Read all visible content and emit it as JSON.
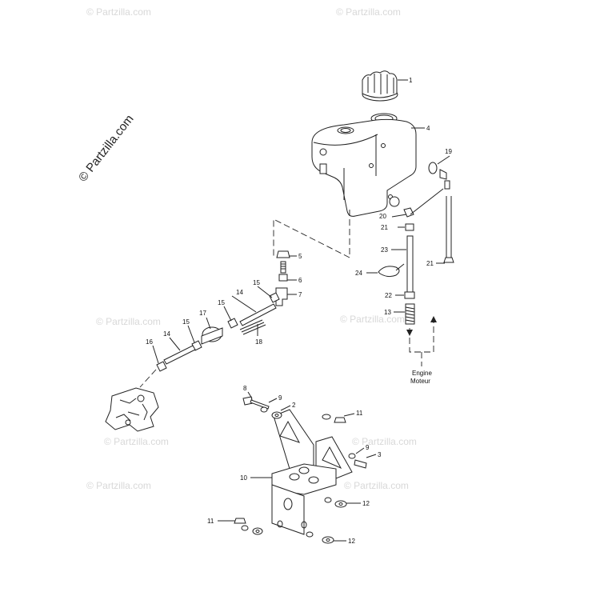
{
  "watermarks": {
    "main": "© Partzilla.com",
    "faded": "© Partzilla.com"
  },
  "callouts": {
    "c1": "1",
    "c4": "4",
    "c19": "19",
    "c20": "20",
    "c21a": "21",
    "c21b": "21",
    "c23": "23",
    "c24": "24",
    "c22": "22",
    "c13": "13",
    "c5": "5",
    "c6": "6",
    "c7": "7",
    "c15a": "15",
    "c14a": "14",
    "c15b": "15",
    "c17": "17",
    "c15c": "15",
    "c14b": "14",
    "c16": "16",
    "c18": "18",
    "c8": "8",
    "c9a": "9",
    "c2": "2",
    "c11a": "11",
    "c9b": "9",
    "c3": "3",
    "c10": "10",
    "c12a": "12",
    "c11b": "11",
    "c12b": "12"
  },
  "engine_label": {
    "en": "Engine",
    "fr": "Moteur"
  }
}
